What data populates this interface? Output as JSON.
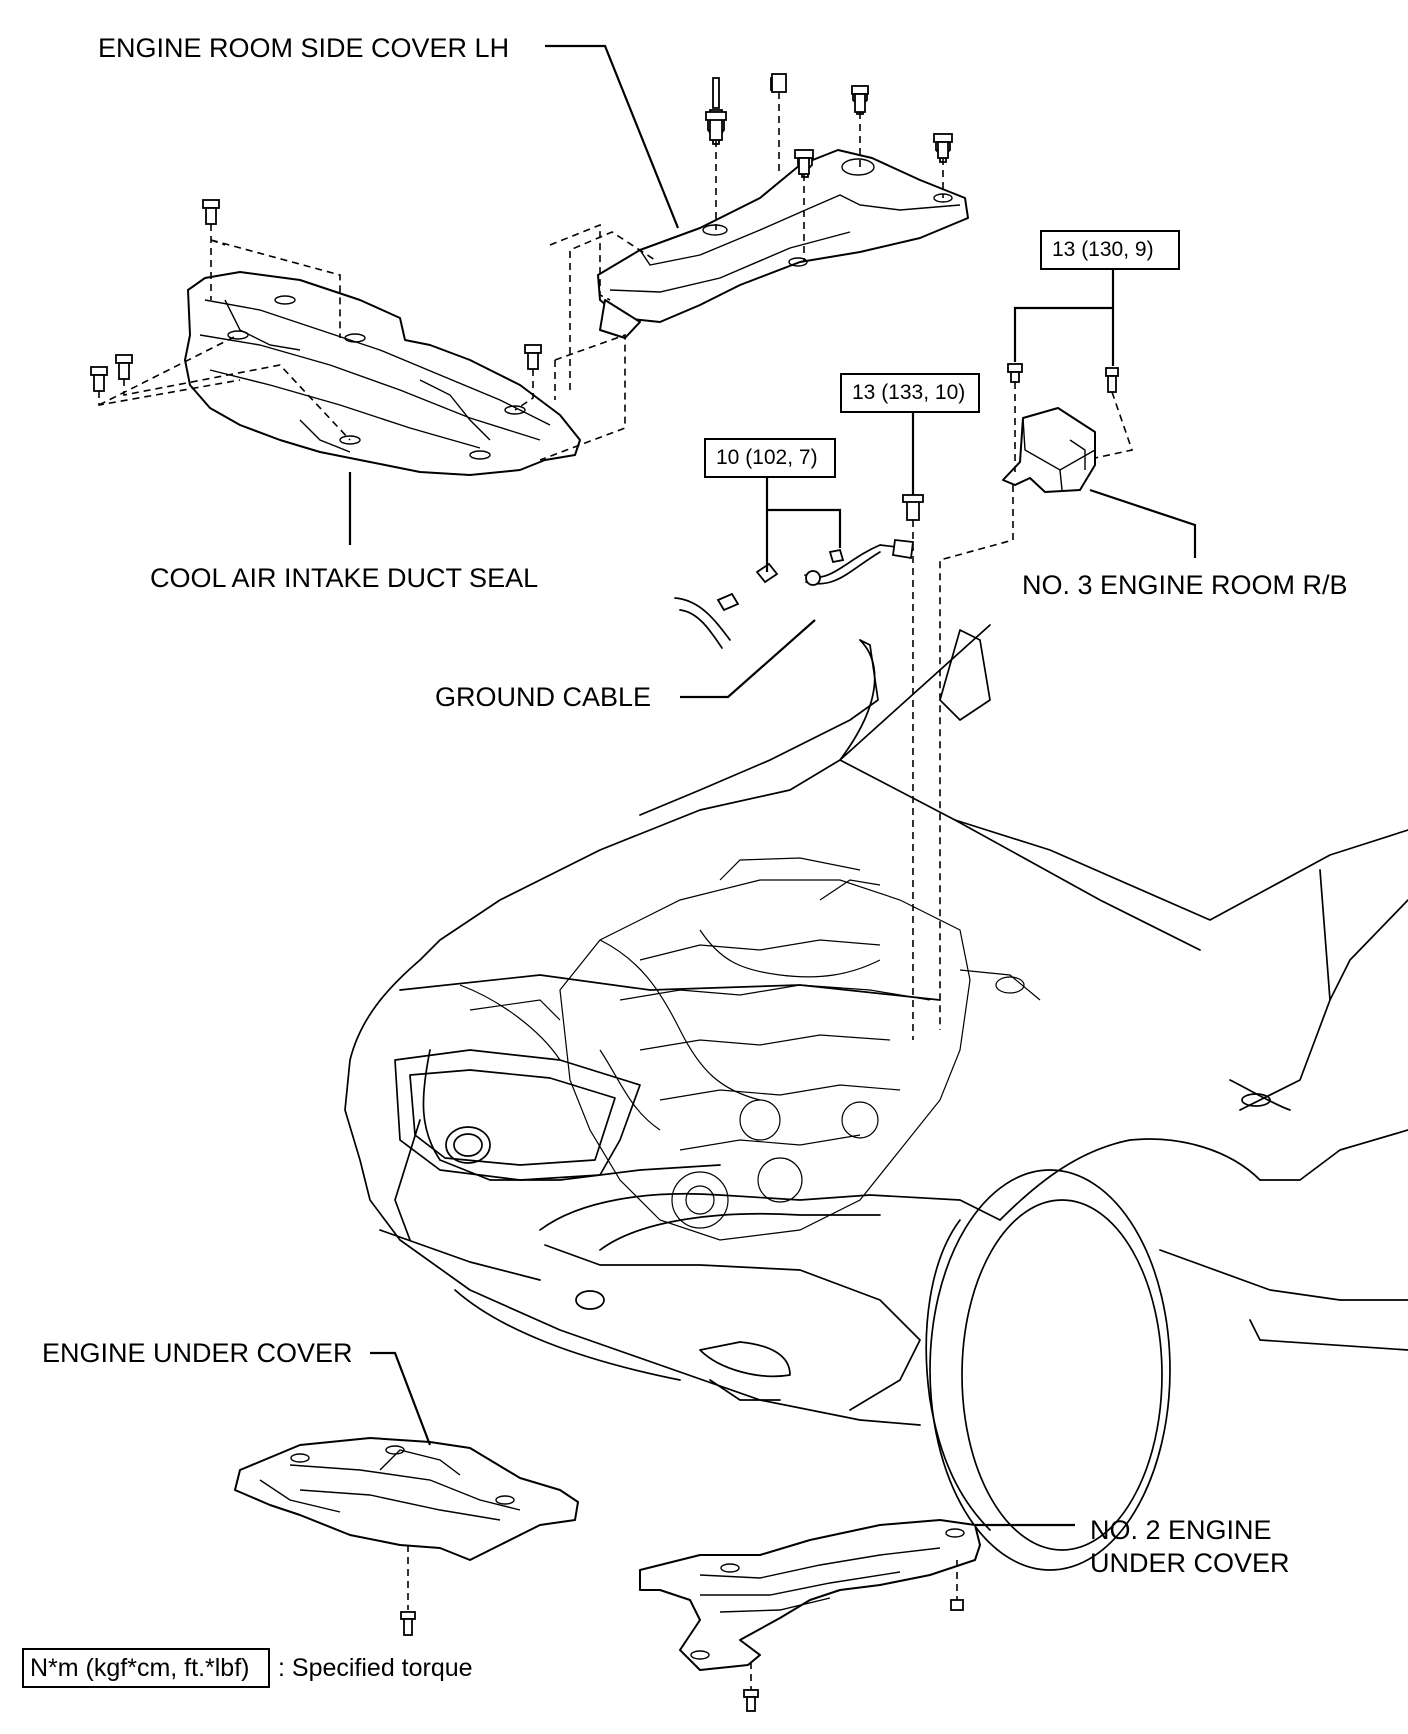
{
  "labels": {
    "engine_room_side_cover_lh": "ENGINE ROOM SIDE COVER LH",
    "cool_air_intake_duct_seal": "COOL AIR INTAKE DUCT SEAL",
    "no3_engine_room_rb": "NO. 3 ENGINE ROOM R/B",
    "ground_cable": "GROUND CABLE",
    "engine_under_cover": "ENGINE UNDER COVER",
    "no2_engine_under_cover_line1": "NO. 2 ENGINE",
    "no2_engine_under_cover_line2": "UNDER COVER"
  },
  "torque_specs": {
    "relay_block": "13 (130, 9)",
    "ground_bolt_upper": "13 (133, 10)",
    "ground_bolts": "10 (102, 7)"
  },
  "legend": {
    "box": "N*m (kgf*cm, ft.*lbf)",
    "text": ": Specified torque"
  }
}
